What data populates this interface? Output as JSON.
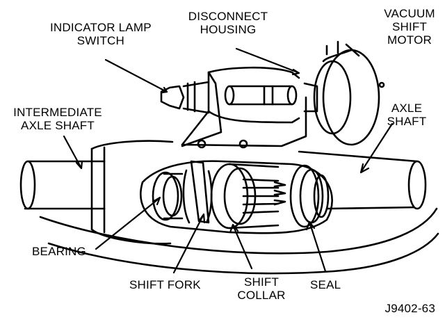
{
  "labels": {
    "indicator_lamp_switch": [
      "INDICATOR LAMP",
      "SWITCH"
    ],
    "disconnect_housing": [
      "DISCONNECT",
      "HOUSING"
    ],
    "vacuum_shift_motor": [
      "VACUUM",
      "SHIFT",
      "MOTOR"
    ],
    "intermediate_axle_shaft": [
      "INTERMEDIATE",
      "AXLE SHAFT"
    ],
    "axle_shaft": [
      "AXLE",
      "SHAFT"
    ],
    "bearing": "BEARING",
    "shift_fork": "SHIFT FORK",
    "shift_collar": [
      "SHIFT",
      "COLLAR"
    ],
    "seal": "SEAL"
  },
  "figure_id": "J9402-63"
}
